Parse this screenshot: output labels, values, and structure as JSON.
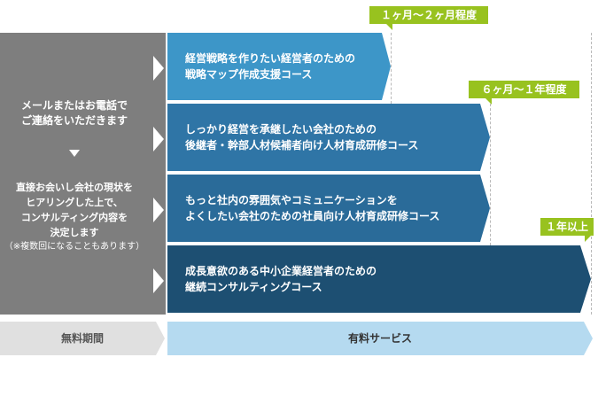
{
  "left": {
    "intro_line1": "メールまたはお電話で",
    "intro_line2": "ご連絡をいただきます",
    "detail_line1": "直接お会いし会社の現状を",
    "detail_line2": "ヒアリングした上で、",
    "detail_line3": "コンサルティング内容を",
    "detail_line4": "決定します",
    "note": "（※複数回になることもあります）"
  },
  "courses": [
    {
      "line1": "経営戦略を作りたい経営者のための",
      "line2": "戦略マップ作成支援コース"
    },
    {
      "line1": "しっかり経営を承継したい会社のための",
      "line2": "後継者・幹部人材候補者向け人材育成研修コース"
    },
    {
      "line1": "もっと社内の雰囲気やコミュニケーションを",
      "line2": "よくしたい会社のための社員向け人材育成研修コース"
    },
    {
      "line1": "成長意欲のある中小企業経営者のための",
      "line2": "継続コンサルティングコース"
    }
  ],
  "durations": [
    {
      "label": "１ヶ月〜２ヶ月程度"
    },
    {
      "label": "６ヶ月〜１年程度"
    },
    {
      "label": "１年以上"
    }
  ],
  "phases": {
    "free": "無料期間",
    "paid": "有料サービス"
  },
  "colors": {
    "free_panel": "#7e7e7e",
    "course1": "#3d96c8",
    "course2": "#2f75a6",
    "course3": "#2a6b99",
    "course4": "#1d4f72",
    "duration_badge": "#98c21f",
    "paid_band": "#b5daf0",
    "free_band": "#e0e0e0"
  }
}
